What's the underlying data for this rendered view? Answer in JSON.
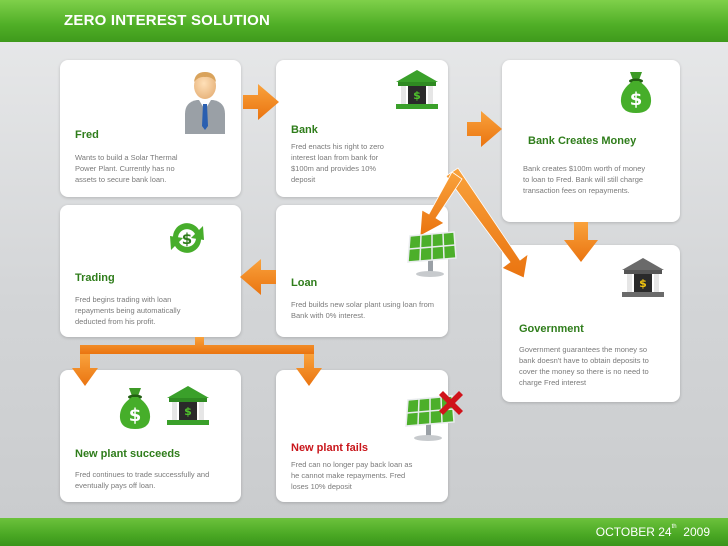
{
  "header": {
    "title": "ZERO INTEREST SOLUTION"
  },
  "footer": {
    "date_prefix": "OCTOBER 24",
    "date_suffix": "th",
    "date_year": "2009"
  },
  "cards": {
    "fred": {
      "title": "Fred",
      "desc": "Wants to build a Solar Thermal Power Plant. Currently has no assets to secure bank loan."
    },
    "bank": {
      "title": "Bank",
      "desc": "Fred enacts his right to zero interest loan from bank for $100m and provides 10% deposit"
    },
    "bank_creates": {
      "title": "Bank Creates Money",
      "desc": "Bank creates $100m worth of money to loan to Fred. Bank will still charge transaction fees on repayments."
    },
    "trading": {
      "title": "Trading",
      "desc": "Fred begins trading with loan repayments being automatically deducted from his profit."
    },
    "loan": {
      "title": "Loan",
      "desc": "Fred builds new solar plant using loan from Bank with 0% interest."
    },
    "government": {
      "title": "Government",
      "desc": "Government guarantees the money so bank doesn't have to obtain deposits to cover the money so there is no need to charge Fred interest"
    },
    "succeeds": {
      "title": "New plant succeeds",
      "desc": "Fred continues to trade successfully and eventually pays off loan."
    },
    "fails": {
      "title": "New plant fails",
      "desc": "Fred can no longer pay back loan as he cannot make repayments. Fred loses 10% deposit"
    }
  },
  "icons": {
    "person": "person-icon",
    "bank": "bank-icon",
    "money_bag": "money-bag-icon",
    "recycle_money": "recycle-money-icon",
    "solar_panel": "solar-panel-icon",
    "fail_cross": "red-x-icon"
  },
  "colors": {
    "accent_green": "#2f7d1b",
    "arrow_orange": "#f28a1e",
    "fail_red": "#c9161b"
  }
}
